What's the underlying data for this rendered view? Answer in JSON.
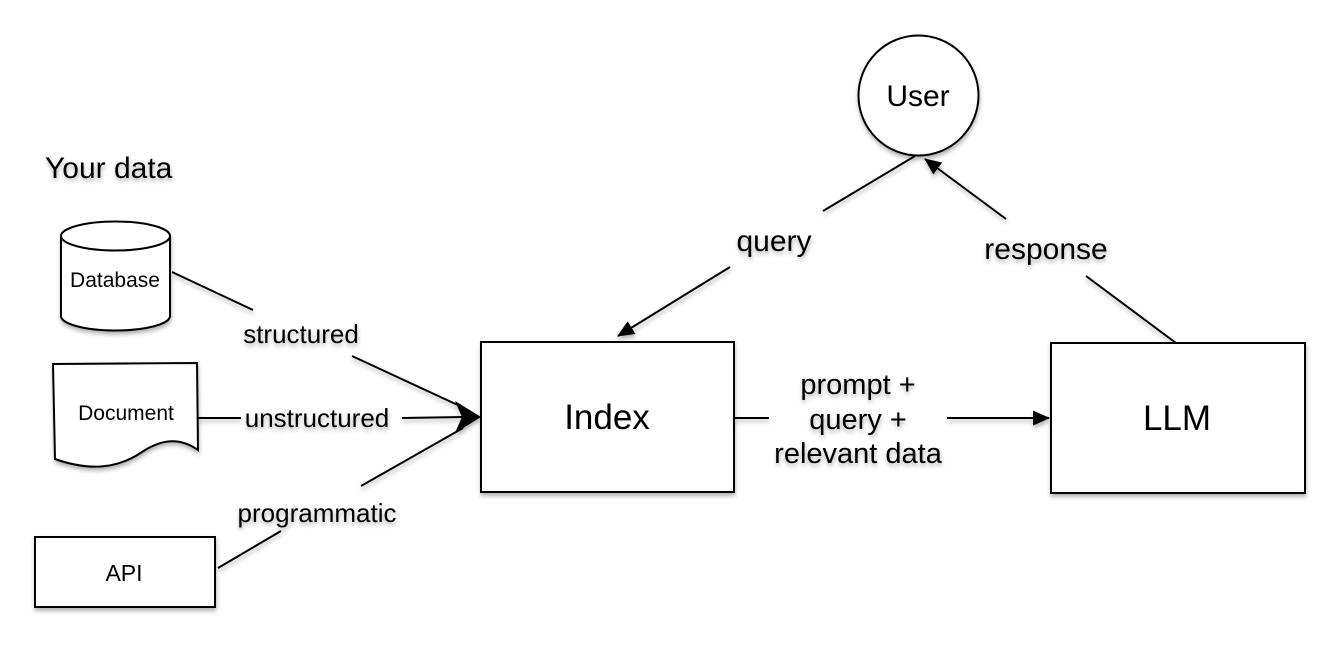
{
  "title": "Your data",
  "nodes": {
    "user": {
      "label": "User",
      "shape": "circle"
    },
    "database": {
      "label": "Database",
      "shape": "cylinder"
    },
    "document": {
      "label": "Document",
      "shape": "document"
    },
    "api": {
      "label": "API",
      "shape": "rectangle"
    },
    "index": {
      "label": "Index",
      "shape": "rectangle"
    },
    "llm": {
      "label": "LLM",
      "shape": "rectangle"
    }
  },
  "edges": {
    "structured": {
      "label": "structured",
      "from": "database",
      "to": "index"
    },
    "unstructured": {
      "label": "unstructured",
      "from": "document",
      "to": "index"
    },
    "programmatic": {
      "label": "programmatic",
      "from": "api",
      "to": "index"
    },
    "query": {
      "label": "query",
      "from": "user",
      "to": "index"
    },
    "response": {
      "label": "response",
      "from": "llm",
      "to": "user"
    },
    "prompt": {
      "lines": [
        "prompt +",
        "query +",
        "relevant data"
      ],
      "from": "index",
      "to": "llm"
    }
  },
  "colors": {
    "stroke": "#000000",
    "shape_fill": "#ffffff",
    "background": "#ffffff"
  }
}
